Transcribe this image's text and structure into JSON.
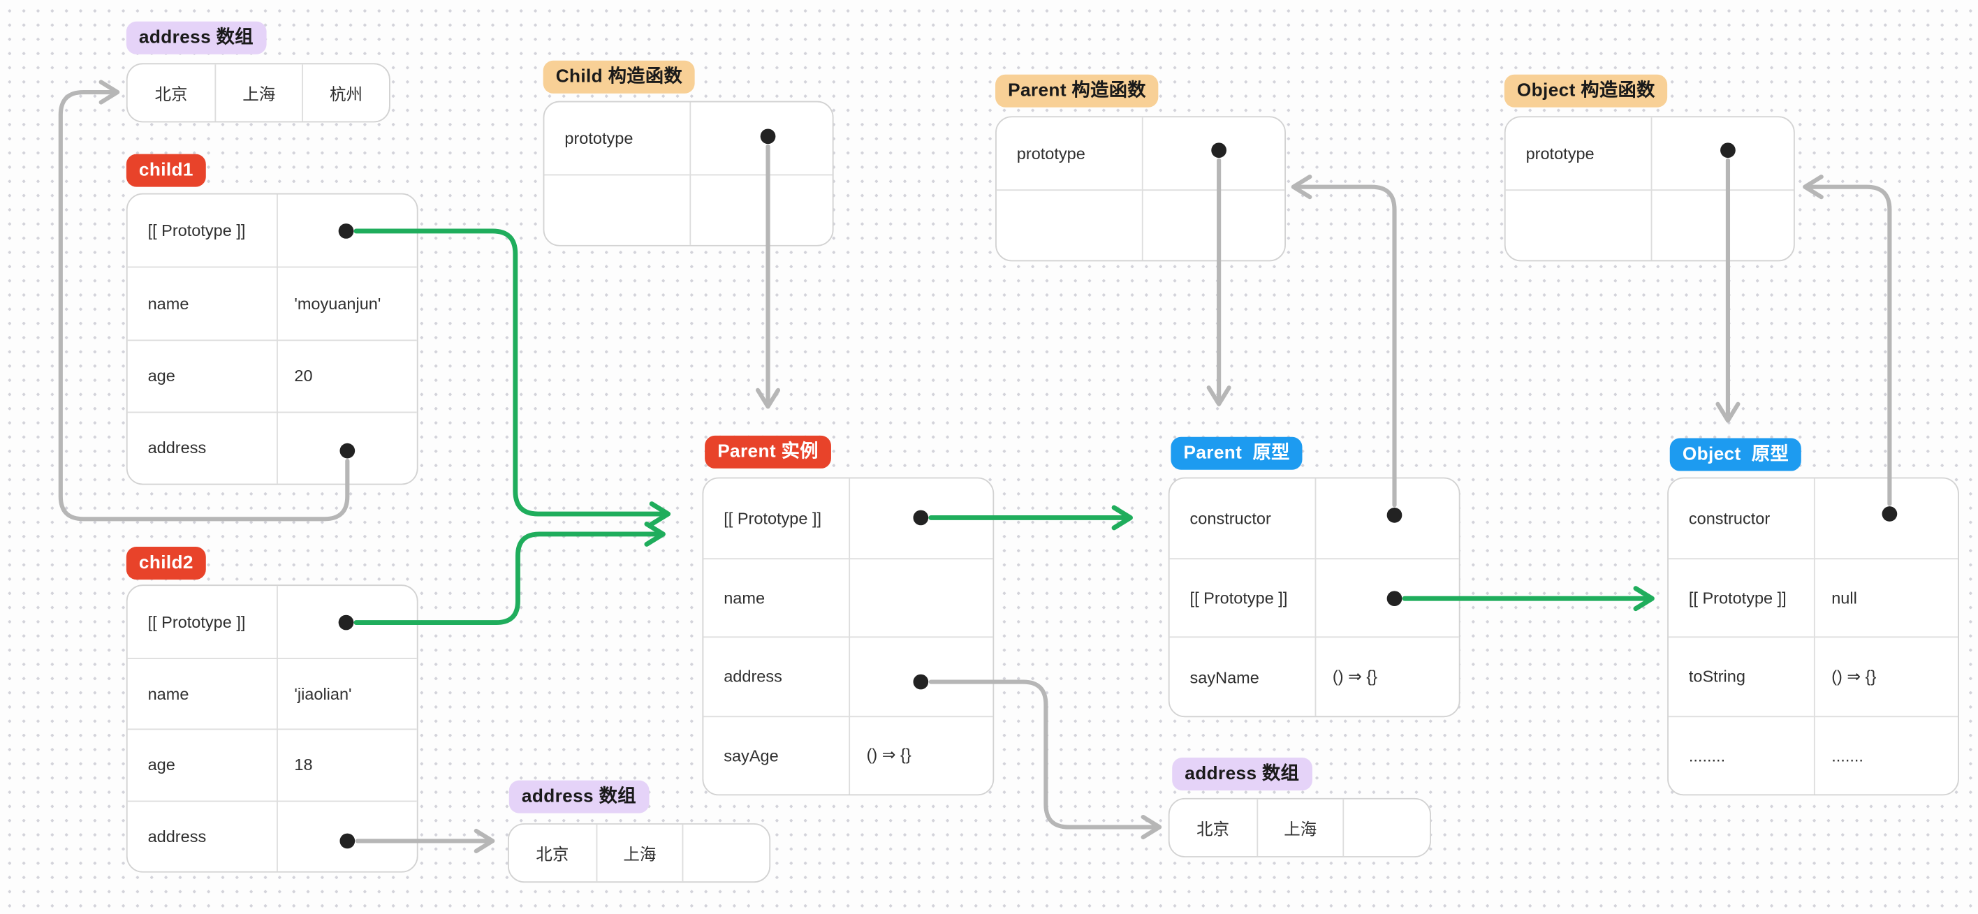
{
  "colors": {
    "green": "#1fad5c",
    "gray": "#b6b6b6",
    "dot": "#222222",
    "red": "#e8432a",
    "tan": "#f8d096",
    "blue": "#1d9bf0",
    "purple": "#e5d3f8",
    "tbl_border": "#d2d2d2",
    "row_line": "#dddddd",
    "text": "#2f2f2f",
    "bg": "#fdfdfd",
    "grid_dot": "#d3d3da"
  },
  "nodes": {
    "address_top": {
      "label": "address 数组",
      "cells": [
        "北京",
        "上海",
        "杭州"
      ]
    },
    "child1": {
      "label": "child1",
      "rows": [
        {
          "key": "[[ Prototype ]]",
          "value": ""
        },
        {
          "key": "name",
          "value": "'moyuanjun'"
        },
        {
          "key": "age",
          "value": "20"
        },
        {
          "key": "address",
          "value": ""
        }
      ]
    },
    "child2": {
      "label": "child2",
      "rows": [
        {
          "key": "[[ Prototype ]]",
          "value": ""
        },
        {
          "key": "name",
          "value": "'jiaolian'"
        },
        {
          "key": "age",
          "value": "18"
        },
        {
          "key": "address",
          "value": ""
        }
      ]
    },
    "child_ctor": {
      "label": "Child 构造函数",
      "rows": [
        {
          "key": "prototype",
          "value": ""
        },
        {
          "key": "",
          "value": ""
        }
      ]
    },
    "parent_ctor": {
      "label": "Parent 构造函数",
      "rows": [
        {
          "key": "prototype",
          "value": ""
        },
        {
          "key": "",
          "value": ""
        }
      ]
    },
    "object_ctor": {
      "label": "Object 构造函数",
      "rows": [
        {
          "key": "prototype",
          "value": ""
        },
        {
          "key": "",
          "value": ""
        }
      ]
    },
    "parent_instance": {
      "label": "Parent 实例",
      "rows": [
        {
          "key": "[[ Prototype ]]",
          "value": ""
        },
        {
          "key": "name",
          "value": ""
        },
        {
          "key": "address",
          "value": ""
        },
        {
          "key": "sayAge",
          "value": "() ⇒ {}"
        }
      ]
    },
    "parent_proto": {
      "label": "Parent  原型",
      "rows": [
        {
          "key": "constructor",
          "value": ""
        },
        {
          "key": "[[ Prototype ]]",
          "value": ""
        },
        {
          "key": "sayName",
          "value": "() ⇒ {}"
        }
      ]
    },
    "object_proto": {
      "label": "Object  原型",
      "rows": [
        {
          "key": "constructor",
          "value": ""
        },
        {
          "key": "[[ Prototype ]]",
          "value": "null"
        },
        {
          "key": "toString",
          "value": "() ⇒ {}"
        },
        {
          "key": "........",
          "value": "......."
        }
      ]
    },
    "address_bottom_left": {
      "label": "address 数组",
      "cells": [
        "北京",
        "上海",
        ""
      ]
    },
    "address_bottom_right": {
      "label": "address 数组",
      "cells": [
        "北京",
        "上海",
        ""
      ]
    }
  },
  "edges": [
    {
      "from": "child1.[[ Prototype ]]",
      "to": "parent_instance",
      "color": "green"
    },
    {
      "from": "child2.[[ Prototype ]]",
      "to": "parent_instance",
      "color": "green"
    },
    {
      "from": "parent_instance.[[ Prototype ]]",
      "to": "parent_proto",
      "color": "green"
    },
    {
      "from": "parent_proto.[[ Prototype ]]",
      "to": "object_proto",
      "color": "green"
    },
    {
      "from": "child1.address",
      "to": "address_top",
      "color": "gray"
    },
    {
      "from": "child2.address",
      "to": "address_bottom_left",
      "color": "gray"
    },
    {
      "from": "parent_instance.address",
      "to": "address_bottom_right",
      "color": "gray"
    },
    {
      "from": "child_ctor.prototype",
      "to": "parent_instance",
      "color": "gray"
    },
    {
      "from": "parent_ctor.prototype",
      "to": "parent_proto",
      "color": "gray"
    },
    {
      "from": "object_ctor.prototype",
      "to": "object_proto",
      "color": "gray"
    },
    {
      "from": "parent_proto.constructor",
      "to": "parent_ctor",
      "color": "gray"
    },
    {
      "from": "object_proto.constructor",
      "to": "object_ctor",
      "color": "gray"
    }
  ]
}
